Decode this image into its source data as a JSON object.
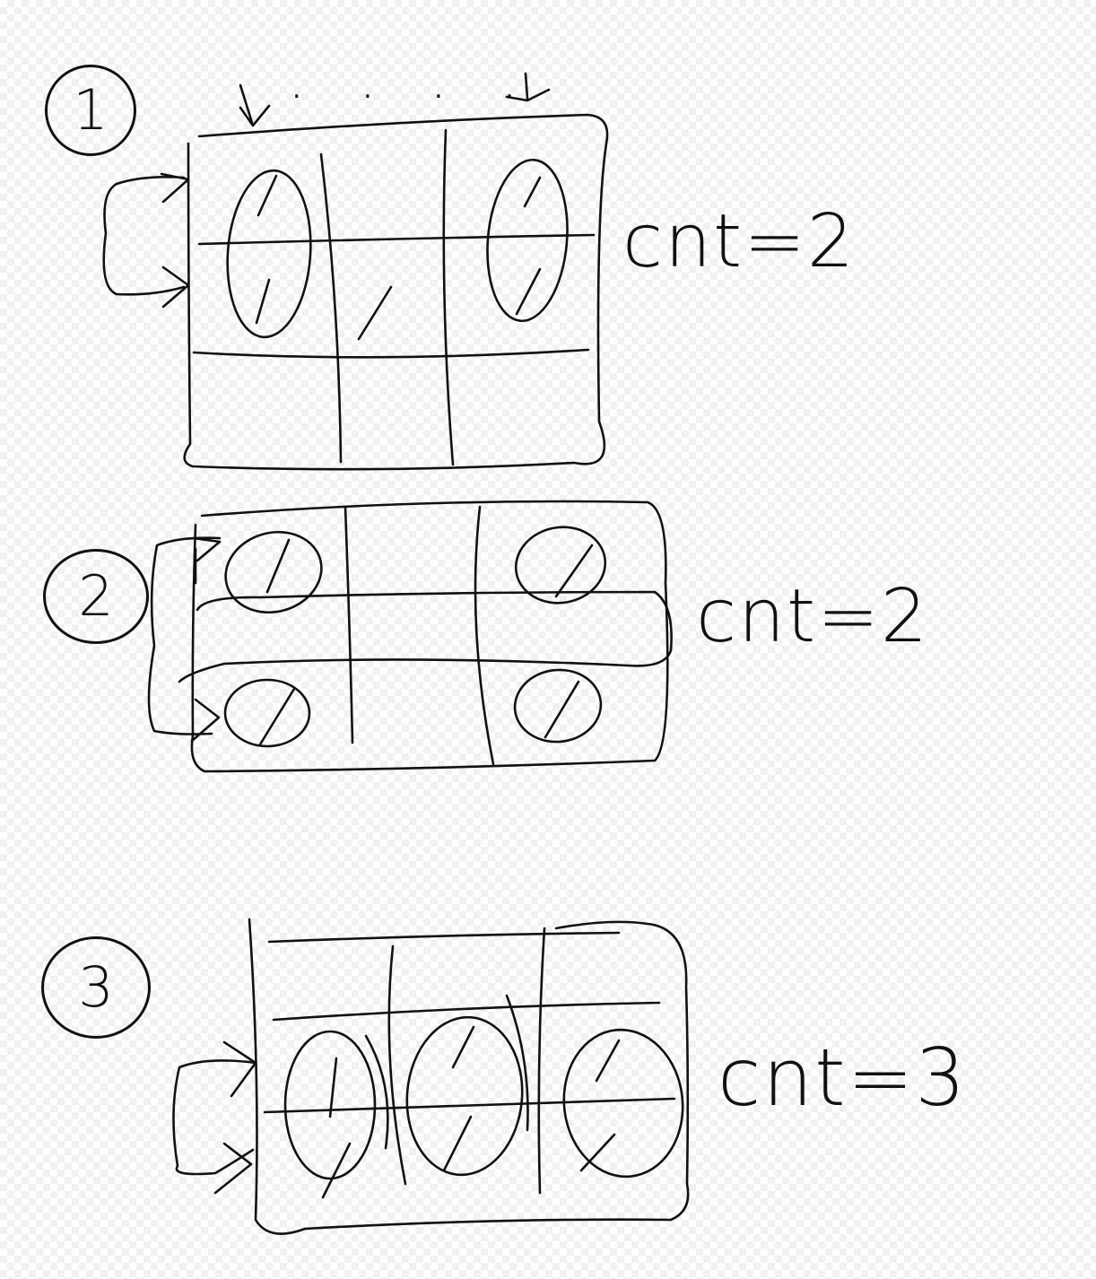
{
  "diagrams": [
    {
      "number": "1",
      "count_label": "cnt=2"
    },
    {
      "number": "2",
      "count_label": "cnt=2"
    },
    {
      "number": "3",
      "count_label": "cnt=3"
    }
  ],
  "colors": {
    "ink": "#111111",
    "background": "#ffffff"
  }
}
